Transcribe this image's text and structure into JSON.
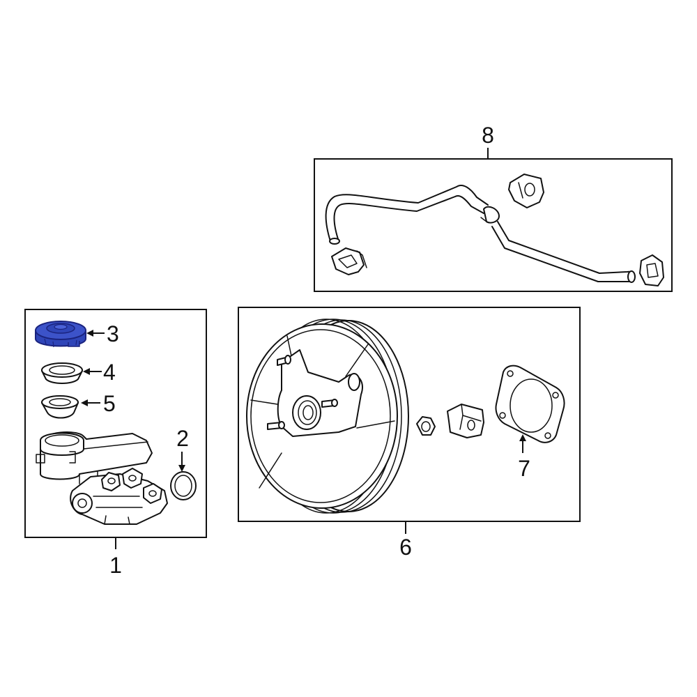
{
  "callouts": {
    "c1": "1",
    "c2": "2",
    "c3": "3",
    "c4": "4",
    "c5": "5",
    "c6": "6",
    "c7": "7",
    "c8": "8"
  },
  "colors": {
    "highlight": "#2f45b8",
    "highlight_stroke": "#1a237e",
    "line": "#111111",
    "background": "#ffffff"
  }
}
